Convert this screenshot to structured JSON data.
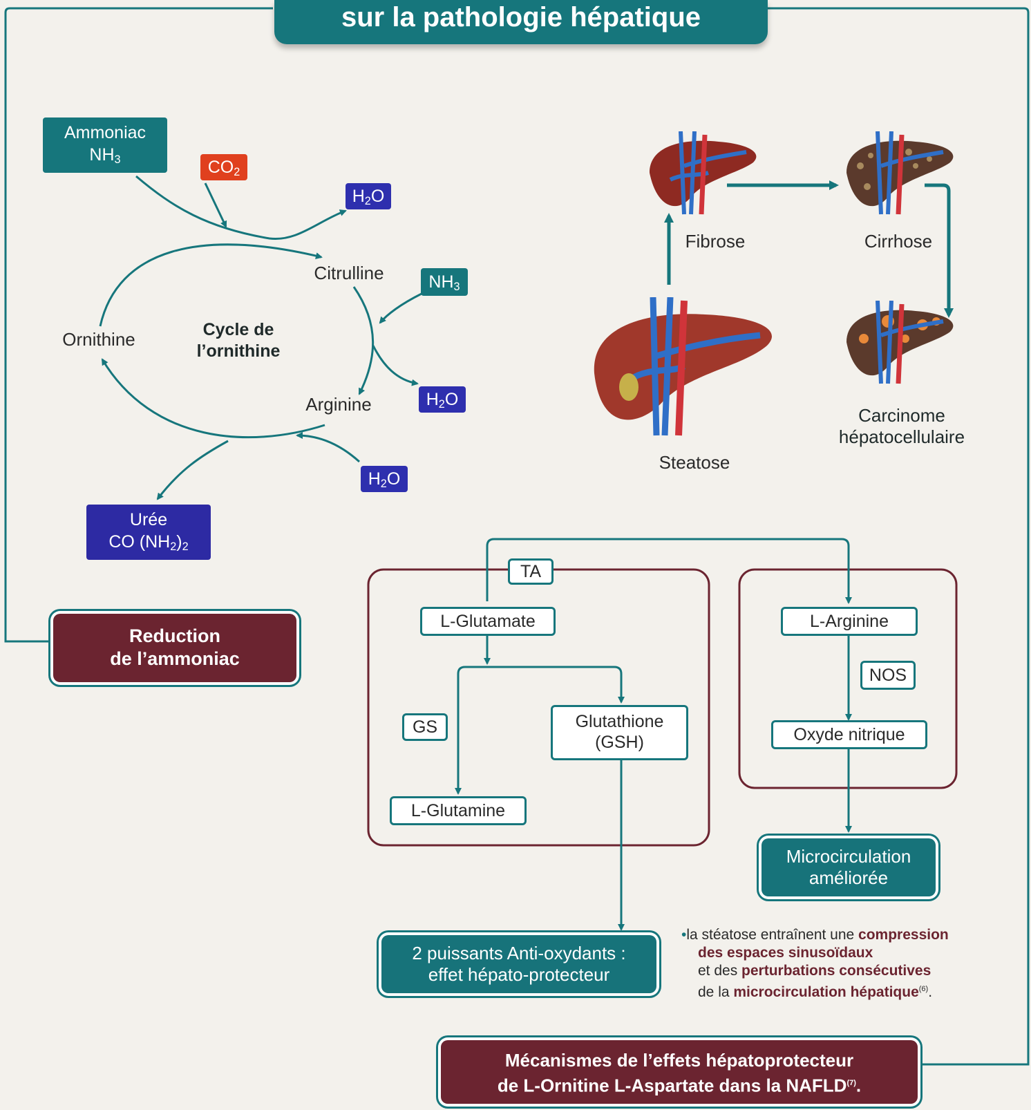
{
  "header": {
    "title": "sur la pathologie hépatique"
  },
  "colors": {
    "teal": "#16767c",
    "maroon": "#6b2430",
    "red": "#e0401e",
    "blue": "#2e2fae"
  },
  "ornithine_cycle": {
    "ammoniac_label": "Ammoniac",
    "ammoniac_formula": "NH",
    "ammoniac_sub": "3",
    "co2_main": "CO",
    "co2_sub": "2",
    "h2o_prefix": "H",
    "h2o_sub": "2",
    "h2o_suffix": "O",
    "nh3_main": "NH",
    "nh3_sub": "3",
    "citrulline": "Citrulline",
    "ornithine": "Ornithine",
    "arginine": "Arginine",
    "cycle_title_1": "Cycle de",
    "cycle_title_2": "l’ornithine",
    "uree_label": "Urée",
    "uree_formula_a": "CO (NH",
    "uree_formula_sub": "2",
    "uree_formula_b": ")",
    "uree_formula_sub2": "2"
  },
  "liver_progression": {
    "fibrose": "Fibrose",
    "cirrhose": "Cirrhose",
    "steatose": "Steatose",
    "carcinome_1": "Carcinome",
    "carcinome_2": "hépatocellulaire"
  },
  "reduction_card": {
    "line1": "Reduction",
    "line2": "de l’ammoniac"
  },
  "pathway": {
    "ta": "TA",
    "l_glutamate": "L-Glutamate",
    "gs": "GS",
    "glutathione_1": "Glutathione",
    "glutathione_2": "(GSH)",
    "l_glutamine": "L-Glutamine",
    "l_arginine": "L-Arginine",
    "nos": "NOS",
    "oxyde_nitrique": "Oxyde nitrique"
  },
  "microcirculation_card": {
    "line1": "Microcirculation",
    "line2": "améliorée"
  },
  "antioxidant_card": {
    "line1": "2 puissants Anti-oxydants :",
    "line2": "effet hépato-protecteur"
  },
  "note": {
    "t1": "la stéatose entraînent une ",
    "b1": "compression",
    "b2": "des espaces sinusoïdaux",
    "t2": "et des ",
    "b3": "perturbations consécutives",
    "t3": "de la ",
    "b4": "microcirculation hépatique",
    "ref": "(6)",
    "end": "."
  },
  "footer_card": {
    "line1": "Mécanismes de l’effets hépatoprotecteur",
    "line2": "de L-Ornitine L-Aspartate dans la NAFLD",
    "ref": "(7)",
    "end": "."
  }
}
